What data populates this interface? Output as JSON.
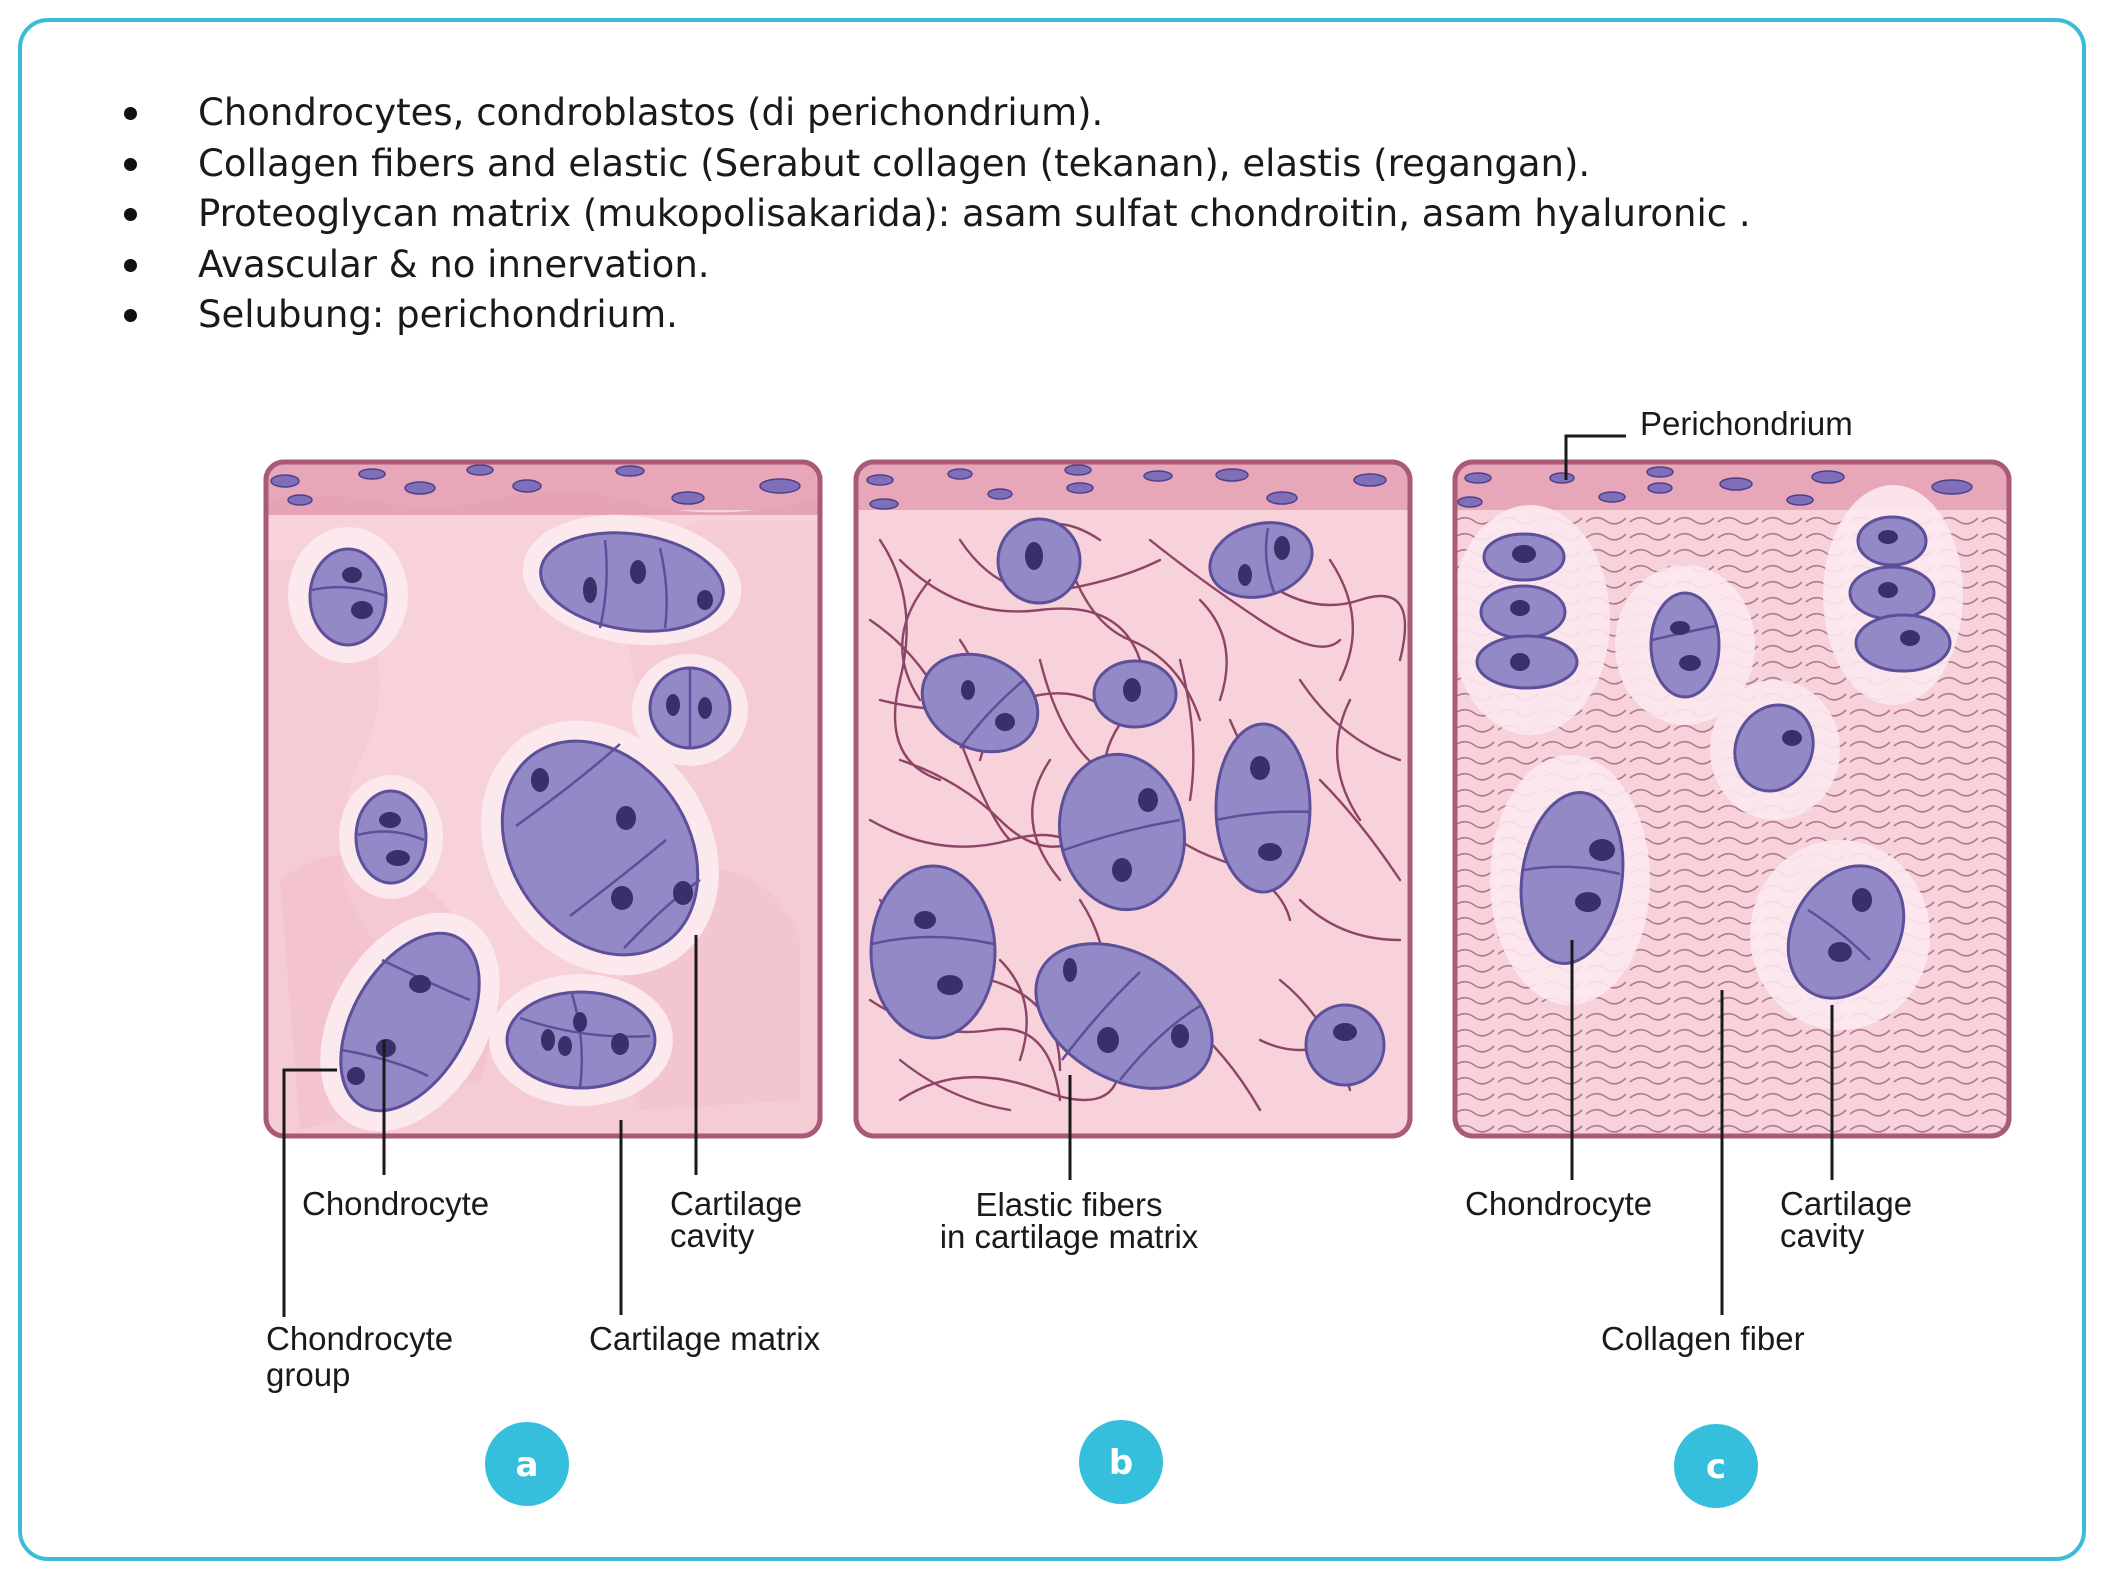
{
  "bullets": [
    "Chondrocytes, condroblastos (di perichondrium).",
    "Collagen fibers and elastic (Serabut collagen (tekanan), elastis (regangan).",
    "Proteoglycan matrix (mukopolisakarida): asam sulfat chondroitin, asam hyaluronic .",
    "Avascular & no innervation.",
    "Selubung: perichondrium."
  ],
  "labels": {
    "a": {
      "chondrocyte": "Chondrocyte",
      "cartilage_cavity_1": "Cartilage",
      "cartilage_cavity_2": "cavity",
      "chondrocyte_group_1": "Chondrocyte",
      "chondrocyte_group_2": "group",
      "cartilage_matrix": "Cartilage matrix"
    },
    "b": {
      "elastic_1": "Elastic fibers",
      "elastic_2": "in cartilage matrix"
    },
    "c": {
      "perichondrium": "Perichondrium",
      "chondrocyte": "Chondrocyte",
      "cartilage_cavity_1": "Cartilage",
      "cartilage_cavity_2": "cavity",
      "collagen_fiber": "Collagen fiber"
    }
  },
  "badges": [
    "a",
    "b",
    "c"
  ],
  "colors": {
    "frame": "#3bbcd6",
    "badge": "#35bfdd",
    "tissue_fill": "#f7d2da",
    "tissue_border": "#a85a78",
    "cell_fill": "#9389c6",
    "cell_stroke": "#5d4f9a",
    "nucleus": "#3b2f6b"
  }
}
